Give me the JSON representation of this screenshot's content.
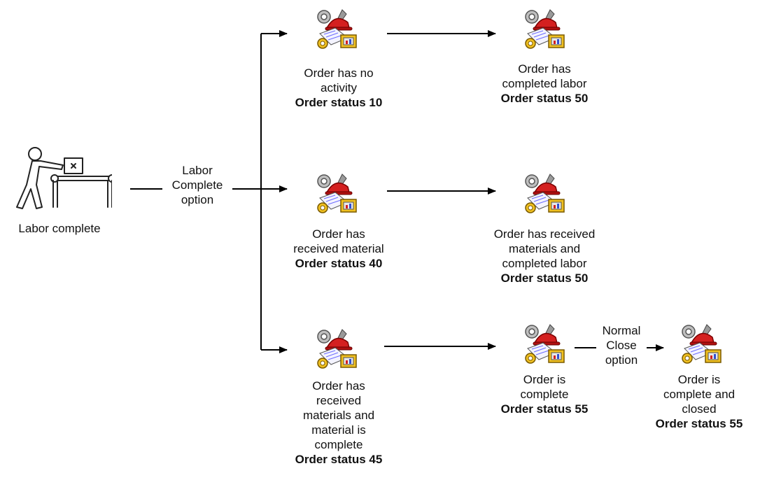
{
  "start": {
    "label": "Labor complete"
  },
  "edge_labels": {
    "labor_complete_option": [
      "Labor",
      "Complete",
      "option"
    ],
    "normal_close_option": [
      "Normal",
      "Close",
      "option"
    ]
  },
  "nodes": {
    "no_activity": {
      "lines": [
        "Order has no",
        "activity"
      ],
      "status": "Order status 10"
    },
    "completed_labor": {
      "lines": [
        "Order has",
        "completed labor"
      ],
      "status": "Order status 50"
    },
    "received_material": {
      "lines": [
        "Order has",
        "received material"
      ],
      "status": "Order status 40"
    },
    "received_and_labor": {
      "lines": [
        "Order has received",
        "materials and",
        "completed labor"
      ],
      "status": "Order status 50"
    },
    "material_complete": {
      "lines": [
        "Order has",
        "received",
        "materials and",
        "material is",
        "complete"
      ],
      "status": "Order status 45"
    },
    "order_complete": {
      "lines": [
        "Order is",
        "complete"
      ],
      "status": "Order status 55"
    },
    "complete_closed": {
      "lines": [
        "Order is",
        "complete and",
        "closed"
      ],
      "status": "Order status 55"
    }
  },
  "icon_name": "work-order-icon",
  "colors": {
    "line": "#000000",
    "hat": "#d42020",
    "box": "#e0a800",
    "gear": "#7a7a7a"
  }
}
